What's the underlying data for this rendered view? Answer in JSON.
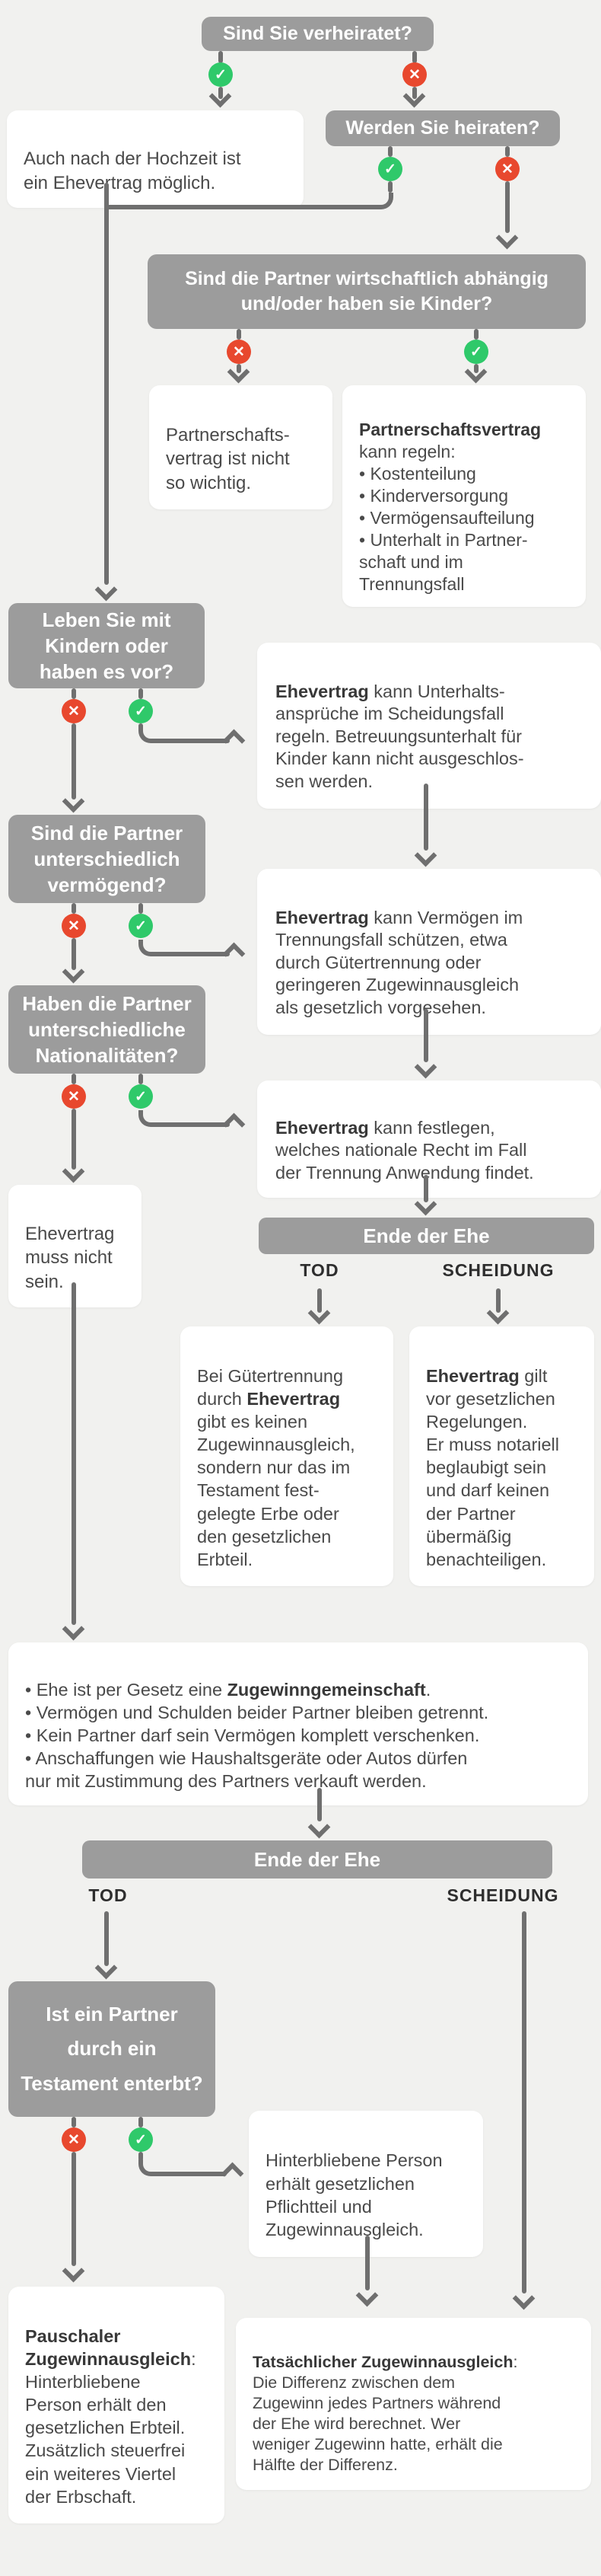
{
  "colors": {
    "background": "#f1f1ef",
    "node_gray": "#9c9c9c",
    "line_gray": "#6f6f6f",
    "yes_green": "#2fc96a",
    "no_red": "#e8482e",
    "card_white": "#ffffff",
    "text_dark": "#4a4a4a"
  },
  "icons": {
    "yes": "✓",
    "no": "✕"
  },
  "questions": {
    "married": "Sind Sie verheiratet?",
    "will_marry": "Werden Sie heiraten?",
    "dependent": "Sind die Partner wirtschaftlich abhängig\nund/oder haben sie Kinder?",
    "children": "Leben Sie mit\nKindern oder\nhaben es vor?",
    "wealth": "Sind die Partner\nunterschiedlich\nvermögend?",
    "nationality": "Haben die Partner\nunterschiedliche\nNationalitäten?",
    "disinherited": "Ist ein Partner\ndurch ein\nTestament enterbt?"
  },
  "cards": {
    "after_wedding": "Auch nach der Hochzeit ist\nein Ehevertrag möglich.",
    "partner_contract_unimportant": "Partnerschafts-\nvertrag ist nicht\nso wichtig.",
    "partner_contract": {
      "bold": "Partnerschaftsvertrag",
      "rest": "\nkann regeln:\n• Kostenteilung\n• Kinderversorgung\n• Vermögensaufteilung\n• Unterhalt in Partner-\nschaft und im\nTrennungsfall"
    },
    "maintenance": {
      "bold": "Ehevertrag",
      "rest": " kann Unterhalts-\nansprüche im Scheidungsfall\nregeln. Betreuungsunterhalt für\nKinder kann nicht ausgeschlos-\nsen werden."
    },
    "asset_protection": {
      "bold": "Ehevertrag",
      "rest": " kann Vermögen im\nTrennungsfall schützen, etwa\ndurch Gütertrennung oder\ngeringeren Zugewinnausgleich\nals gesetzlich vorgesehen."
    },
    "national_law": {
      "bold": "Ehevertrag",
      "rest": " kann festlegen,\nwelches nationale Recht im Fall\nder Trennung Anwendung findet."
    },
    "no_contract_needed": "Ehevertrag\nmuss nicht\nsein.",
    "separation_of_property": {
      "pre": "Bei Gütertrennung\ndurch ",
      "bold": "Ehevertrag",
      "post": "\ngibt es keinen\nZugewinnausgleich,\nsondern nur das im\nTestament fest-\ngelegte Erbe oder\nden gesetzlichen\nErbteil."
    },
    "contract_precedence": {
      "bold": "Ehevertrag",
      "rest": " gilt\nvor gesetzlichen\nRegelungen.\nEr muss notariell\nbeglaubigt sein\nund darf keinen\nder Partner\nübermäßig\nbenachteiligen."
    },
    "legal_defaults": {
      "pre": "• Ehe ist per Gesetz eine ",
      "bold": "Zugewinngemeinschaft",
      "post": ".\n• Vermögen und Schulden beider Partner bleiben getrennt.\n• Kein Partner darf sein Vermögen komplett verschenken.\n• Anschaffungen wie Haushaltsgeräte oder Autos dürfen\nnur mit Zustimmung des Partners verkauft werden."
    },
    "survivor_share": "Hinterbliebene Person\nerhält gesetzlichen\nPflichtteil und\nZugewinnausgleich.",
    "lump_sum": {
      "bold": "Pauschaler\nZugewinnausgleich",
      "rest": ":\nHinterbliebene\nPerson erhält den\ngesetzlichen Erbteil.\nZusätzlich steuerfrei\nein weiteres Viertel\nder Erbschaft."
    },
    "actual_equalization": {
      "bold": "Tatsächlicher Zugewinnausgleich",
      "rest": ":\nDie Differenz zwischen dem\nZugewinn jedes Partners während\nder Ehe wird berechnet. Wer\nweniger Zugewinn hatte, erhält die\nHälfte der Differenz."
    }
  },
  "end_of_marriage": {
    "label": "Ende der Ehe",
    "death": "TOD",
    "divorce": "SCHEIDUNG"
  }
}
